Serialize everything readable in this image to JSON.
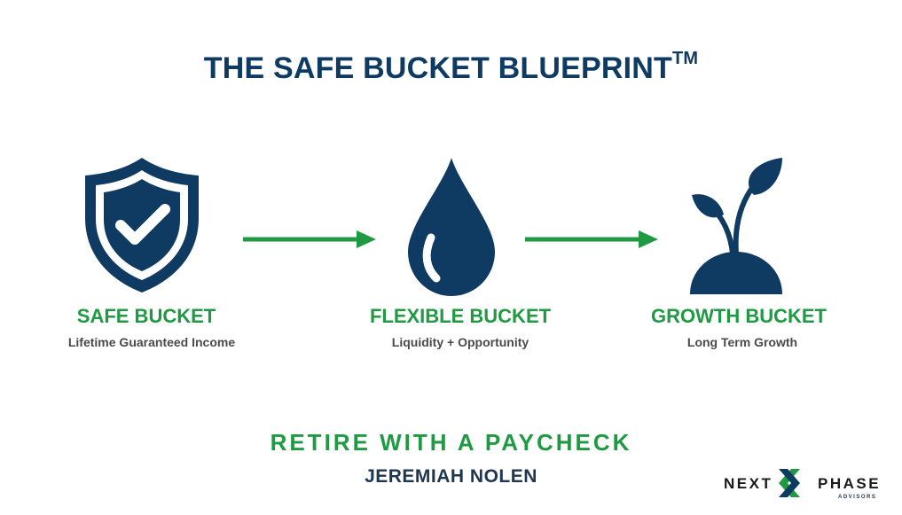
{
  "header": {
    "title": "THE SAFE BUCKET BLUEPRINT",
    "trademark": "TM"
  },
  "buckets": [
    {
      "name": "SAFE BUCKET",
      "subtitle": "Lifetime Guaranteed  Income",
      "icon": "shield-check-icon"
    },
    {
      "name": "FLEXIBLE BUCKET",
      "subtitle": "Liquidity + Opportunity",
      "icon": "water-drop-icon"
    },
    {
      "name": "GROWTH BUCKET",
      "subtitle": "Long Term Growth",
      "icon": "sprout-icon"
    }
  ],
  "footer": {
    "tagline": "RETIRE WITH A PAYCHECK",
    "author": "JEREMIAH NOLEN"
  },
  "logo": {
    "word_left": "NEXT",
    "word_right": "PHASE",
    "sub": "ADVISORS"
  },
  "colors": {
    "navy": "#0f3b63",
    "green": "#1f9a43",
    "gray_text": "#4a4a4a"
  }
}
